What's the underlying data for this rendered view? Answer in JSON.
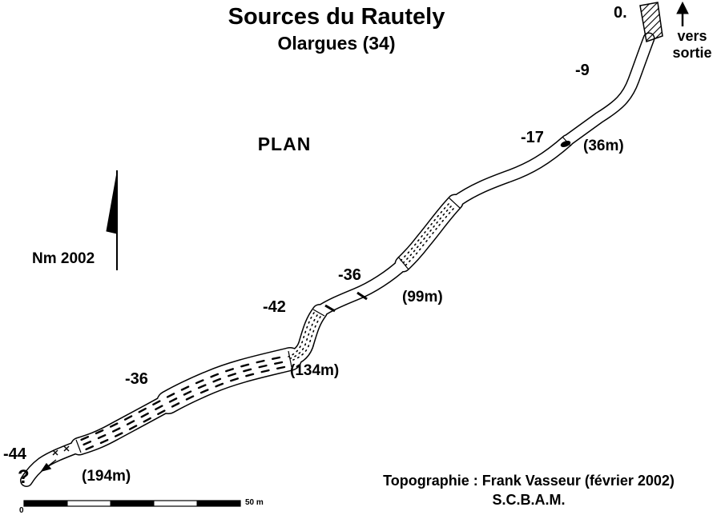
{
  "header": {
    "title": "Sources du Rautely",
    "subtitle": "Olargues (34)",
    "plan_label": "PLAN"
  },
  "compass_label": "Nm 2002",
  "exit": {
    "depth": "0.",
    "line1": "vers",
    "line2": "sortie"
  },
  "depths": {
    "d9": "-9",
    "d17": "-17",
    "d36a": "-36",
    "d42": "-42",
    "d36b": "-36",
    "d44": "-44"
  },
  "distances": {
    "m36": "(36m)",
    "m99": "(99m)",
    "m134": "(134m)",
    "m194": "(194m)"
  },
  "terminus_unknown": "?",
  "scalebar": {
    "zero": "0",
    "label": "50 m"
  },
  "credits": {
    "line1": "Topographie : Frank Vasseur (février 2002)",
    "line2": "S.C.B.A.M."
  }
}
